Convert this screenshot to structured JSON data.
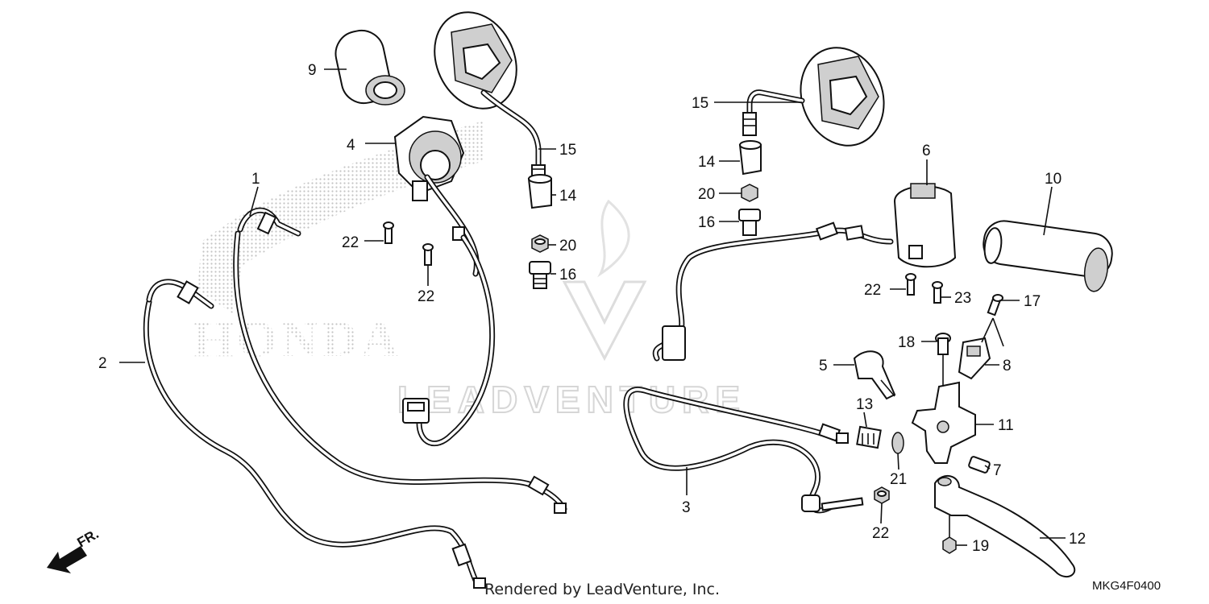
{
  "diagram": {
    "watermark": {
      "brand_outline": "HONDA",
      "text": "LEADVENTURE"
    },
    "callouts": [
      {
        "id": "c1",
        "text": "1"
      },
      {
        "id": "c2",
        "text": "2"
      },
      {
        "id": "c3",
        "text": "3"
      },
      {
        "id": "c4",
        "text": "4"
      },
      {
        "id": "c5",
        "text": "5"
      },
      {
        "id": "c6",
        "text": "6"
      },
      {
        "id": "c7",
        "text": "7"
      },
      {
        "id": "c8",
        "text": "8"
      },
      {
        "id": "c9",
        "text": "9"
      },
      {
        "id": "c10",
        "text": "10"
      },
      {
        "id": "c11",
        "text": "11"
      },
      {
        "id": "c12",
        "text": "12"
      },
      {
        "id": "c13",
        "text": "13"
      },
      {
        "id": "c14a",
        "text": "14"
      },
      {
        "id": "c14b",
        "text": "14"
      },
      {
        "id": "c15a",
        "text": "15"
      },
      {
        "id": "c15b",
        "text": "15"
      },
      {
        "id": "c16a",
        "text": "16"
      },
      {
        "id": "c16b",
        "text": "16"
      },
      {
        "id": "c17",
        "text": "17"
      },
      {
        "id": "c18",
        "text": "18"
      },
      {
        "id": "c19",
        "text": "19"
      },
      {
        "id": "c20a",
        "text": "20"
      },
      {
        "id": "c20b",
        "text": "20"
      },
      {
        "id": "c21",
        "text": "21"
      },
      {
        "id": "c22a",
        "text": "22"
      },
      {
        "id": "c22b",
        "text": "22"
      },
      {
        "id": "c22c",
        "text": "22"
      },
      {
        "id": "c22d",
        "text": "22"
      },
      {
        "id": "c23",
        "text": "23"
      }
    ],
    "direction_label": "FR.",
    "footer_credit": "Rendered by LeadVenture, Inc.",
    "diagram_code": "MKG4F0400"
  }
}
